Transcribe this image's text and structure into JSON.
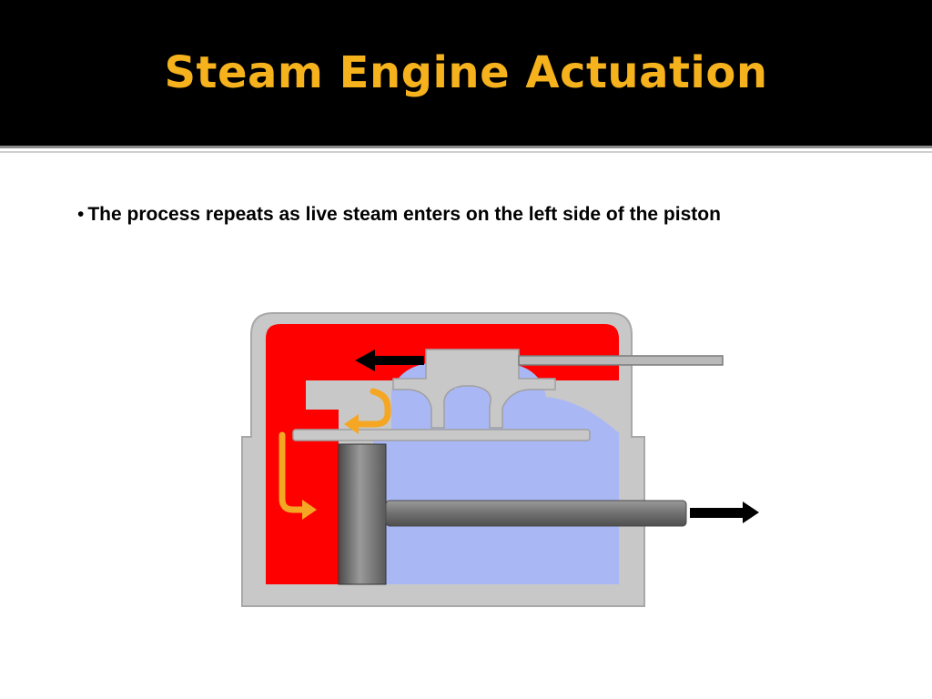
{
  "slide": {
    "title": "Steam Engine Actuation",
    "bullet": "The process repeats as live steam enters on the left side of the piston",
    "bullet_marker": "•"
  },
  "colors": {
    "title_text": "#f5b21c",
    "title_background": "#000000",
    "live_steam": "#ff0000",
    "exhaust_steam": "#a9b7f5",
    "casing": "#c8c8c8",
    "steam_flow_arrow": "#f5a623",
    "motion_arrow": "#000000"
  },
  "diagram": {
    "motion_arrows": [
      {
        "name": "valve-rod-motion-arrow",
        "direction": "left"
      },
      {
        "name": "piston-rod-motion-arrow",
        "direction": "right"
      }
    ]
  }
}
